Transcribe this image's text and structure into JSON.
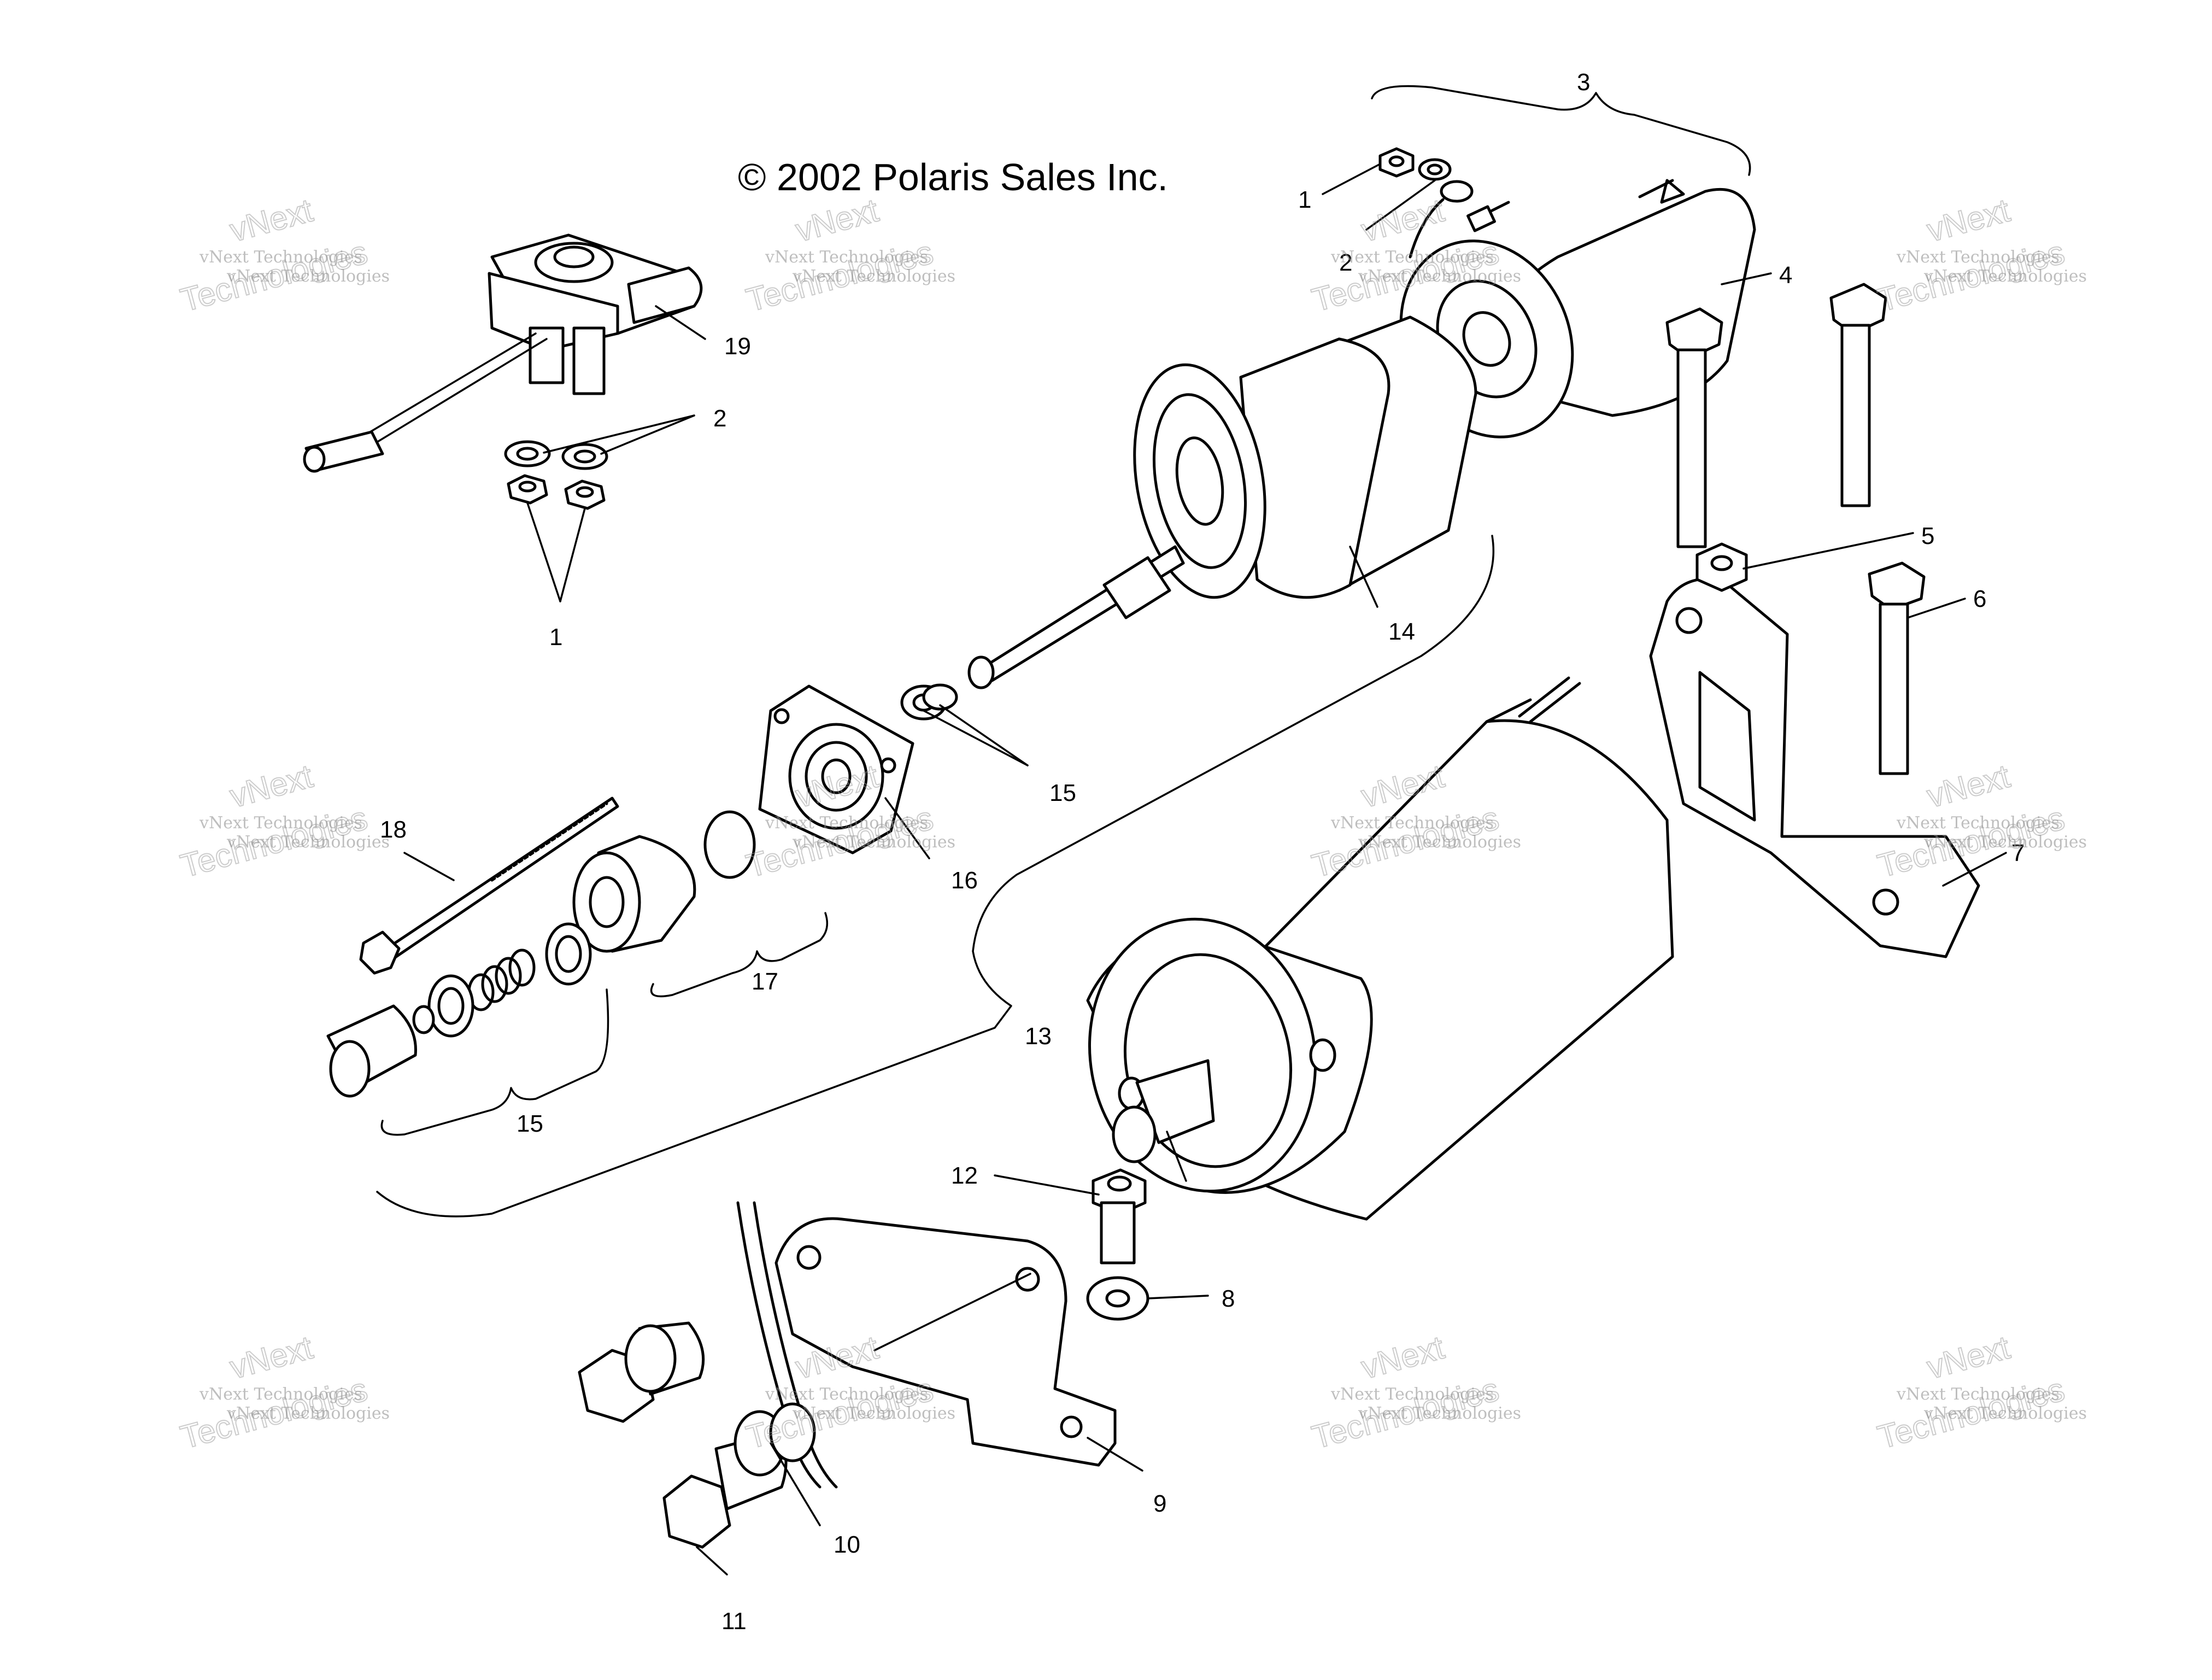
{
  "copyright": "© 2002 Polaris Sales Inc.",
  "watermark": {
    "line1": "vNext Technologies",
    "line2": "Technologies",
    "top_word": "vNext"
  },
  "callouts": {
    "c1a": "1",
    "c1b": "1",
    "c2a": "2",
    "c2b": "2",
    "c3": "3",
    "c4": "4",
    "c5": "5",
    "c6": "6",
    "c7": "7",
    "c8": "8",
    "c9": "9",
    "c10": "10",
    "c11": "11",
    "c12": "12",
    "c13": "13",
    "c14": "14",
    "c15a": "15",
    "c15b": "15",
    "c16": "16",
    "c17": "17",
    "c18": "18",
    "c19": "19"
  }
}
